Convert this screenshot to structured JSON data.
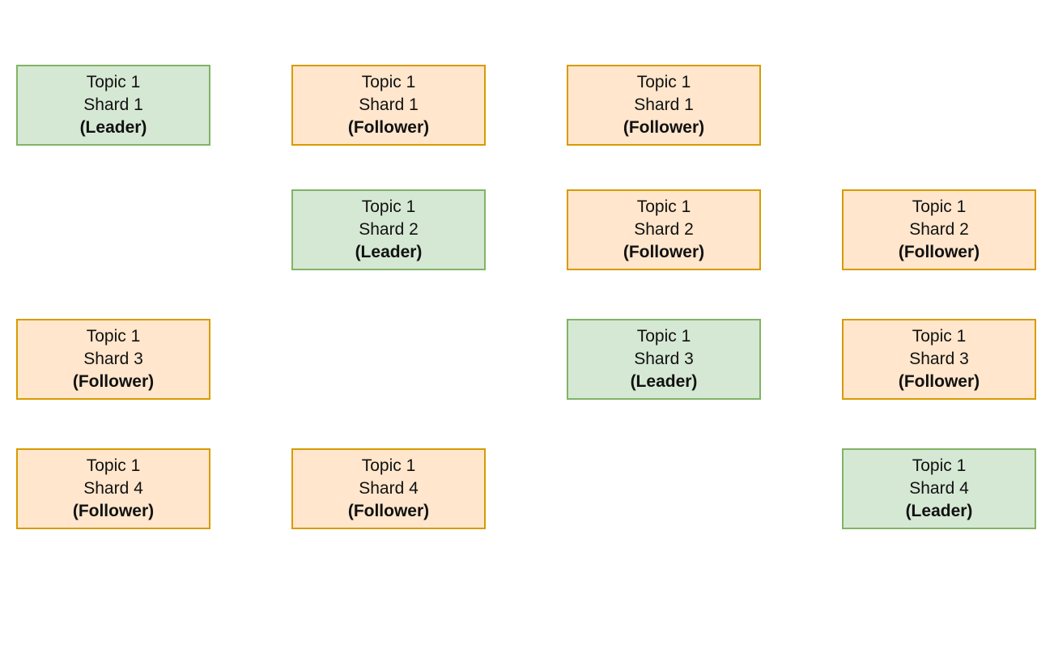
{
  "styles": {
    "leader": {
      "fill": "#d5e8d4",
      "stroke": "#82b366"
    },
    "follower": {
      "fill": "#ffe6cc",
      "stroke": "#d79b00"
    }
  },
  "boxes": [
    {
      "topic": "Topic 1",
      "shard": "Shard 1",
      "role": "(Leader)",
      "kind": "leader"
    },
    {
      "topic": "Topic 1",
      "shard": "Shard 1",
      "role": "(Follower)",
      "kind": "follower"
    },
    {
      "topic": "Topic 1",
      "shard": "Shard 1",
      "role": "(Follower)",
      "kind": "follower"
    },
    {
      "topic": "Topic 1",
      "shard": "Shard 2",
      "role": "(Leader)",
      "kind": "leader"
    },
    {
      "topic": "Topic 1",
      "shard": "Shard 2",
      "role": "(Follower)",
      "kind": "follower"
    },
    {
      "topic": "Topic 1",
      "shard": "Shard 2",
      "role": "(Follower)",
      "kind": "follower"
    },
    {
      "topic": "Topic 1",
      "shard": "Shard 3",
      "role": "(Follower)",
      "kind": "follower"
    },
    {
      "topic": "Topic 1",
      "shard": "Shard 3",
      "role": "(Leader)",
      "kind": "leader"
    },
    {
      "topic": "Topic 1",
      "shard": "Shard 3",
      "role": "(Follower)",
      "kind": "follower"
    },
    {
      "topic": "Topic 1",
      "shard": "Shard 4",
      "role": "(Follower)",
      "kind": "follower"
    },
    {
      "topic": "Topic 1",
      "shard": "Shard 4",
      "role": "(Follower)",
      "kind": "follower"
    },
    {
      "topic": "Topic 1",
      "shard": "Shard 4",
      "role": "(Leader)",
      "kind": "leader"
    }
  ]
}
